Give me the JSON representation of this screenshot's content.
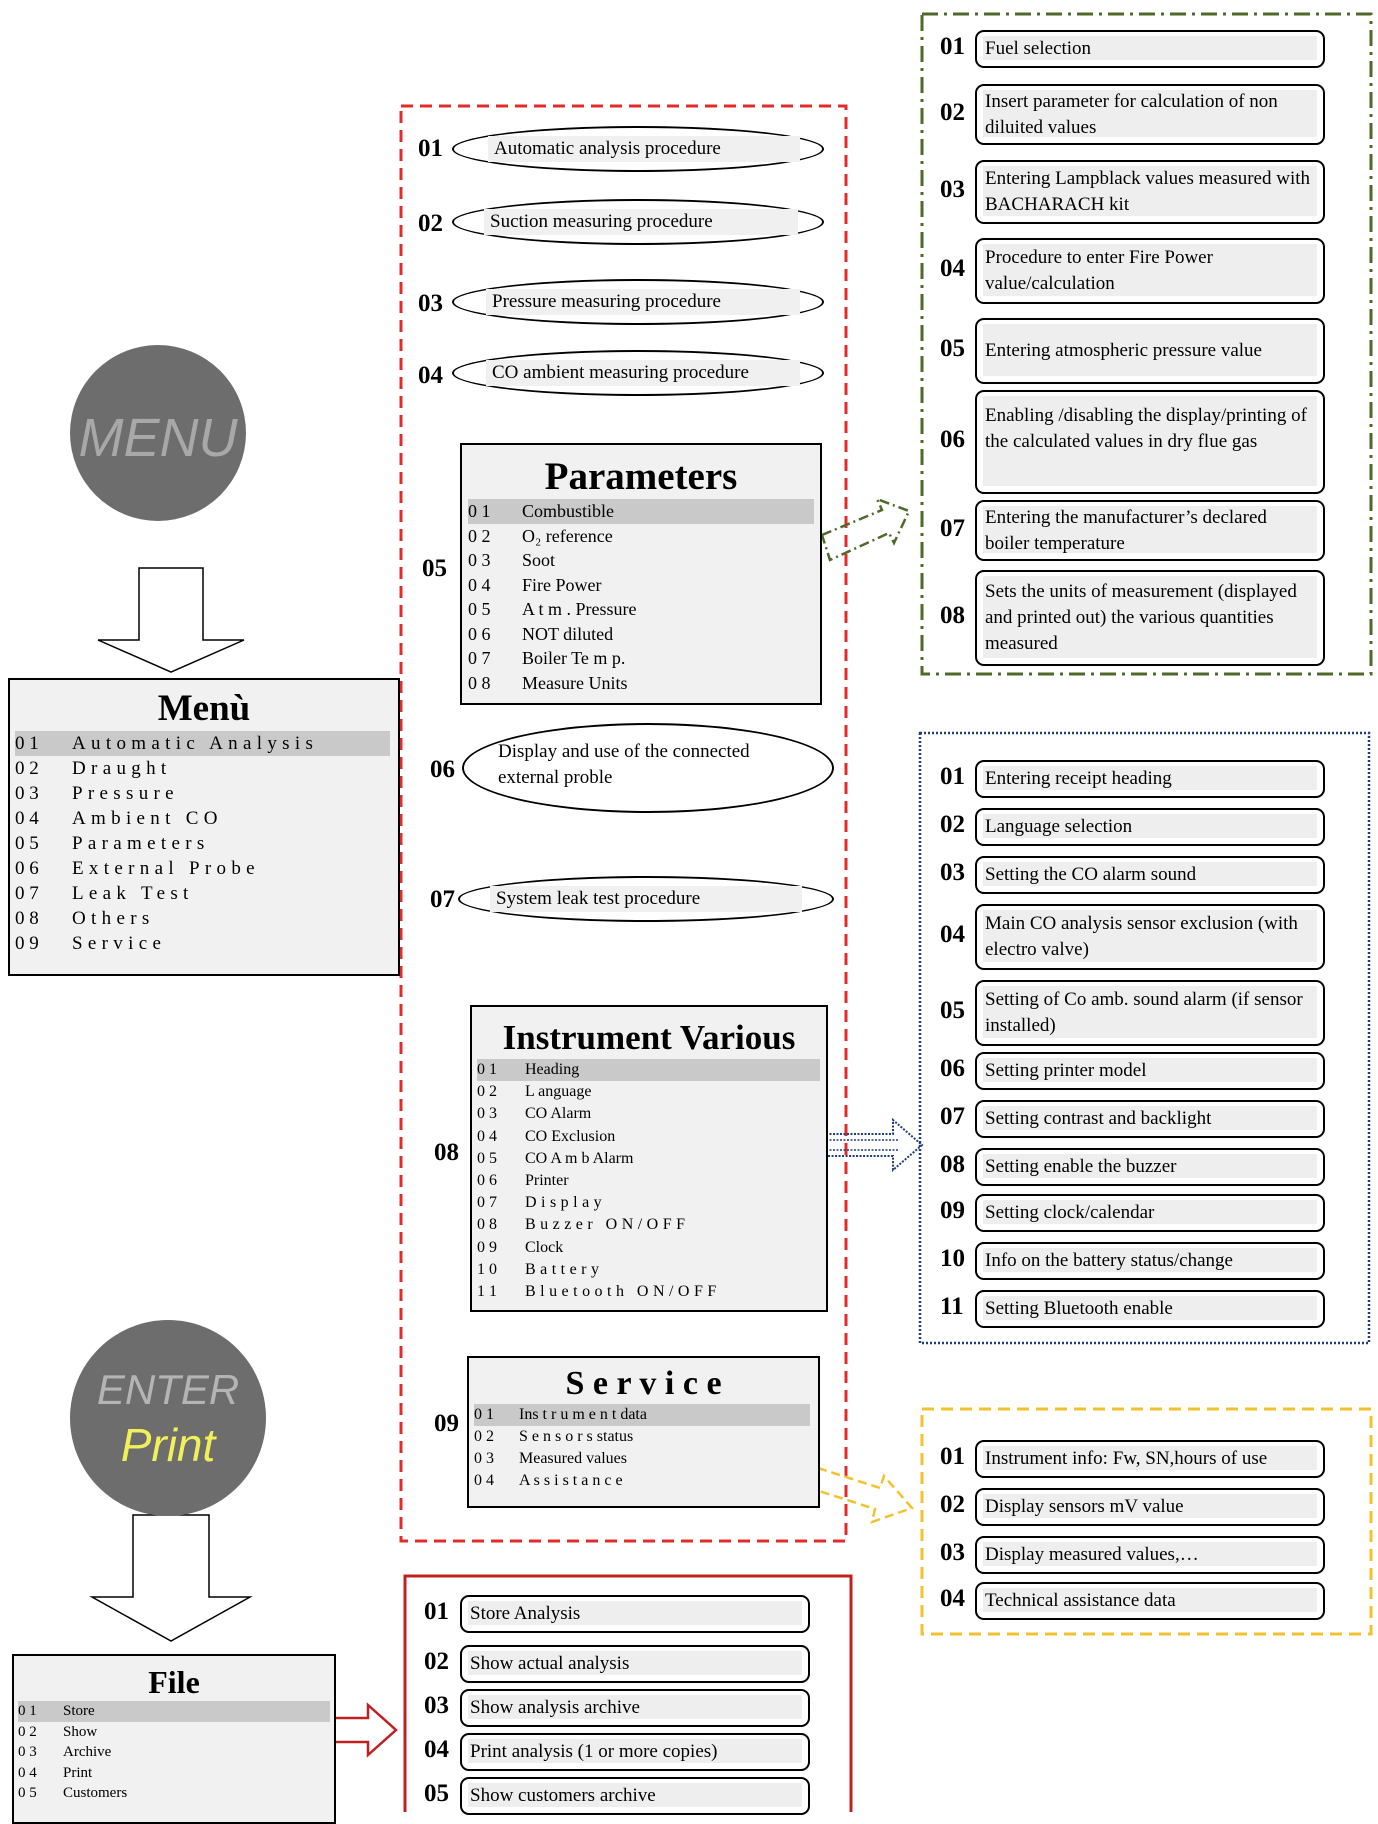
{
  "buttons": {
    "menu": "MENU",
    "enter_line1": "ENTER",
    "enter_line2": "Print"
  },
  "menu_panel": {
    "title": "Menù",
    "items": [
      {
        "num": "0 1",
        "label": "Automatic Analysis"
      },
      {
        "num": "0 2",
        "label": "Draught"
      },
      {
        "num": "0 3",
        "label": "Pressure"
      },
      {
        "num": "0 4",
        "label": "Ambient CO"
      },
      {
        "num": "0 5",
        "label": "Parameters"
      },
      {
        "num": "0 6",
        "label": "External Probe"
      },
      {
        "num": "0 7",
        "label": "Leak Test"
      },
      {
        "num": "0 8",
        "label": "Others"
      },
      {
        "num": "0 9",
        "label": "Service"
      }
    ]
  },
  "procedures": [
    {
      "num": "01",
      "label": "Automatic analysis procedure"
    },
    {
      "num": "02",
      "label": "Suction measuring procedure"
    },
    {
      "num": "03",
      "label": "Pressure measuring procedure"
    },
    {
      "num": "04",
      "label": "CO ambient measuring procedure"
    },
    {
      "num": "06",
      "label": "Display and use of the connected external proble"
    },
    {
      "num": "07",
      "label": "System leak test procedure"
    }
  ],
  "parameters_panel": {
    "num": "05",
    "title": "Parameters",
    "items": [
      {
        "num": "0 1",
        "label": "Combustible"
      },
      {
        "num": "0 2",
        "label": "O₂ reference"
      },
      {
        "num": "0 3",
        "label": "Soot"
      },
      {
        "num": "0 4",
        "label": "Fire Power"
      },
      {
        "num": "0 5",
        "label": "A t m . Pressure"
      },
      {
        "num": "0 6",
        "label": "NOT diluted"
      },
      {
        "num": "0 7",
        "label": "Boiler Te m p."
      },
      {
        "num": "0 8",
        "label": "Measure Units"
      }
    ]
  },
  "parameters_detail": [
    {
      "num": "01",
      "label": "Fuel selection"
    },
    {
      "num": "02",
      "label": "Insert parameter for calculation of non diluited values"
    },
    {
      "num": "03",
      "label": "Entering Lampblack values measured with  BACHARACH kit"
    },
    {
      "num": "04",
      "label": "Procedure to enter  Fire Power value/calculation"
    },
    {
      "num": "05",
      "label": "Entering atmospheric pressure value"
    },
    {
      "num": "06",
      "label": "Enabling /disabling the display/printing of  the calculated values in dry flue gas"
    },
    {
      "num": "07",
      "label": "Entering the manufacturer’s declared boiler temperature"
    },
    {
      "num": "08",
      "label": "Sets the units of measurement (displayed and printed out) the various quantities measured"
    }
  ],
  "instrument_panel": {
    "num": "08",
    "title": "Instrument Various",
    "items": [
      {
        "num": "0 1",
        "label": "Heading"
      },
      {
        "num": "0 2",
        "label": "L anguage"
      },
      {
        "num": "0 3",
        "label": "CO Alarm"
      },
      {
        "num": "0 4",
        "label": "CO Exclusion"
      },
      {
        "num": "0 5",
        "label": "CO  A m b Alarm"
      },
      {
        "num": "0 6",
        "label": "Printer"
      },
      {
        "num": "0 7",
        "label": "Display"
      },
      {
        "num": "0 8",
        "label": "Buzzer ON/OFF"
      },
      {
        "num": "0 9",
        "label": "Clock"
      },
      {
        "num": "1 0",
        "label": "Battery"
      },
      {
        "num": "1 1",
        "label": "Bluetooth ON/OFF"
      }
    ]
  },
  "instrument_detail": [
    {
      "num": "01",
      "label": "Entering receipt heading"
    },
    {
      "num": "02",
      "label": "Language selection"
    },
    {
      "num": "03",
      "label": "Setting the CO alarm sound"
    },
    {
      "num": "04",
      "label": "Main CO analysis sensor exclusion (with electro valve)"
    },
    {
      "num": "05",
      "label": "Setting of Co amb.  sound alarm (if sensor installed)"
    },
    {
      "num": "06",
      "label": "Setting printer model"
    },
    {
      "num": "07",
      "label": "Setting contrast and backlight"
    },
    {
      "num": "08",
      "label": "Setting enable the buzzer"
    },
    {
      "num": "09",
      "label": "Setting clock/calendar"
    },
    {
      "num": "10",
      "label": "Info on the battery status/change"
    },
    {
      "num": "11",
      "label": "Setting Bluetooth enable"
    }
  ],
  "service_panel": {
    "num": "09",
    "title": "S e r v i c e",
    "items": [
      {
        "num": "0 1",
        "label": "Ins t r u m e n t data"
      },
      {
        "num": "0 2",
        "label": "S e n s o r s status"
      },
      {
        "num": "0 3",
        "label": "Measured values"
      },
      {
        "num": "0 4",
        "label": "A s s i s t a n c e"
      }
    ]
  },
  "service_detail": [
    {
      "num": "01",
      "label": "Instrument info: Fw, SN,hours of use"
    },
    {
      "num": "02",
      "label": "Display sensors mV value"
    },
    {
      "num": "03",
      "label": "Display measured values,…"
    },
    {
      "num": "04",
      "label": "Technical assistance data"
    }
  ],
  "file_panel": {
    "title": "File",
    "items": [
      {
        "num": "0 1",
        "label": "Store"
      },
      {
        "num": "0 2",
        "label": "Show"
      },
      {
        "num": "0 3",
        "label": "Archive"
      },
      {
        "num": "0 4",
        "label": "Print"
      },
      {
        "num": "0 5",
        "label": "Customers"
      }
    ]
  },
  "file_detail": [
    {
      "num": "01",
      "label": "Store Analysis"
    },
    {
      "num": "02",
      "label": "Show actual analysis"
    },
    {
      "num": "03",
      "label": "Show analysis archive"
    },
    {
      "num": "04",
      "label": "Print analysis (1 or more copies)"
    },
    {
      "num": "05",
      "label": "Show customers archive"
    }
  ],
  "colors": {
    "main_frame": "#e32b2b",
    "parameters_frame": "#4e6a2a",
    "instrument_frame": "#1f3d7a",
    "service_frame": "#f2c12e",
    "file_frame": "#c02020"
  }
}
